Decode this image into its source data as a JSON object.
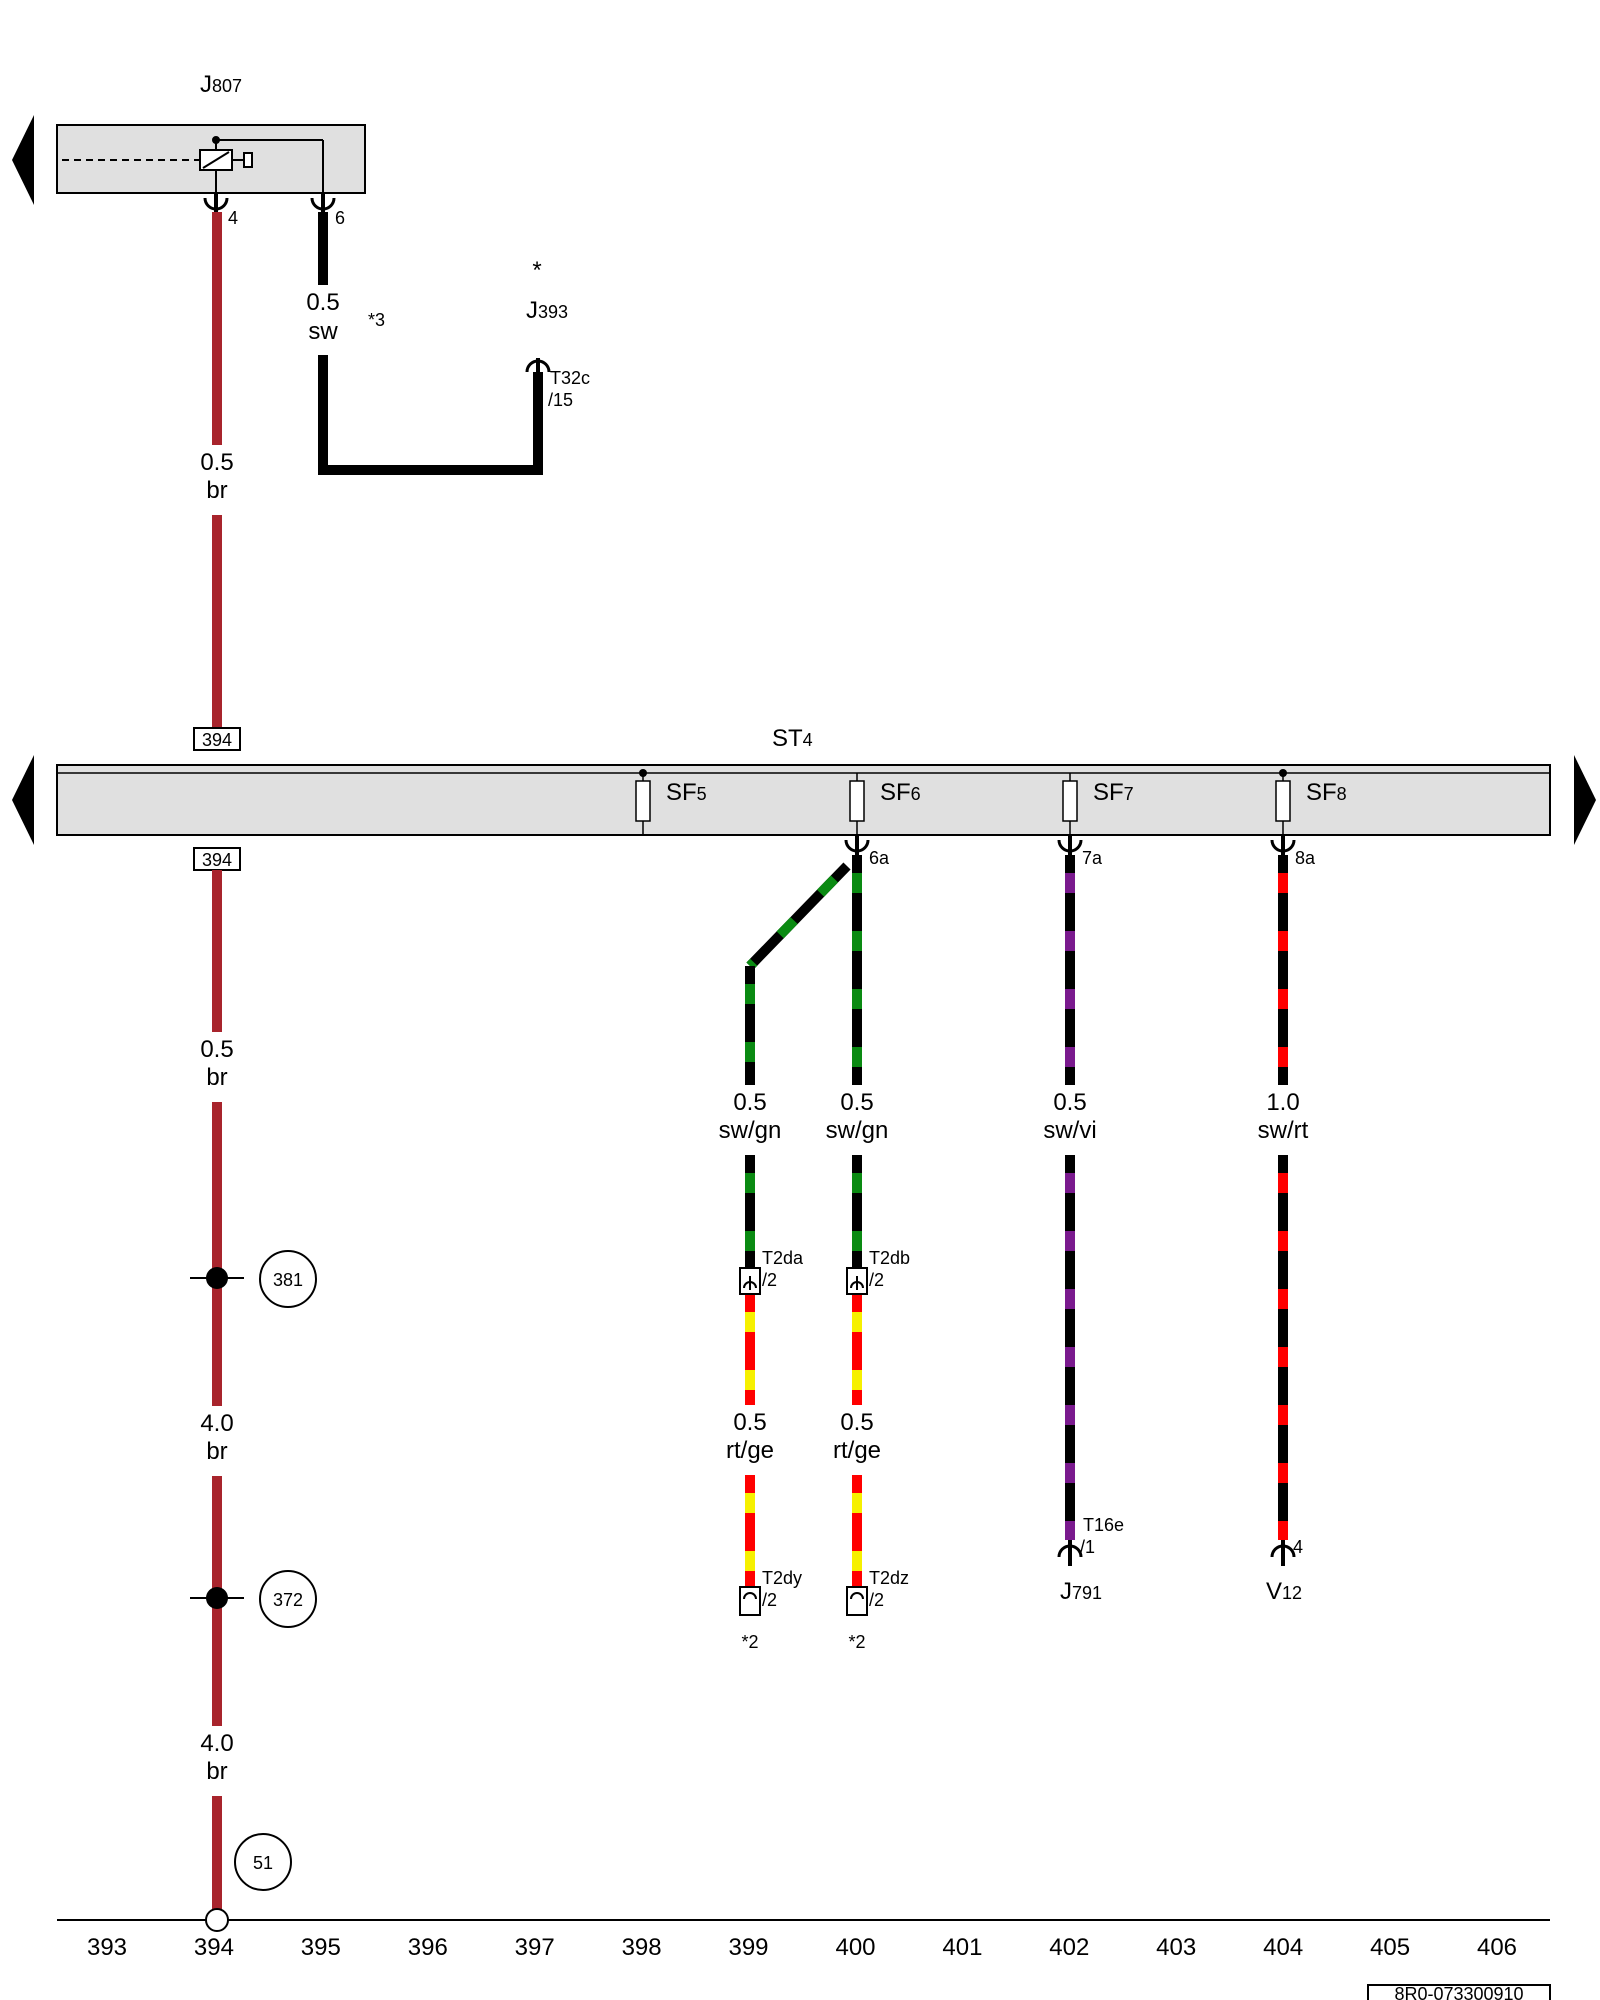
{
  "colors": {
    "br": "#a8242c",
    "sw": "#000000",
    "gn": "#0a8a12",
    "vi": "#7a1a8e",
    "rt": "#ff0000",
    "ge": "#f6f000",
    "box_fill": "#e0e0e0"
  },
  "components": {
    "j807": {
      "main": "J",
      "sub": "807"
    },
    "j393": {
      "star": "*",
      "main": "J",
      "sub": "393"
    },
    "st4": {
      "main": "ST",
      "sub": "4"
    },
    "j791": {
      "main": "J",
      "sub": "791"
    },
    "v12": {
      "main": "V",
      "sub": "12"
    }
  },
  "fuses": [
    {
      "main": "SF",
      "sub": "5"
    },
    {
      "main": "SF",
      "sub": "6"
    },
    {
      "main": "SF",
      "sub": "7"
    },
    {
      "main": "SF",
      "sub": "8"
    }
  ],
  "pins": {
    "j807_4": "4",
    "j807_6": "6",
    "t32c": "T32c",
    "t32c_pin": "/15",
    "sf6_out": "6a",
    "sf7_out": "7a",
    "sf8_out": "8a",
    "t2da": "T2da",
    "t2da_pin": "/2",
    "t2db": "T2db",
    "t2db_pin": "/2",
    "t2dy": "T2dy",
    "t2dy_pin": "/2",
    "t2dz": "T2dz",
    "t2dz_pin": "/2",
    "t16e": "T16e",
    "t16e_pin": "/1",
    "v12_pin": "4"
  },
  "wires": {
    "w_sw_gauge": "0.5",
    "w_sw_color": "sw",
    "w_sw_note": "*3",
    "w_br1_gauge": "0.5",
    "w_br1_color": "br",
    "w_br2_gauge": "0.5",
    "w_br2_color": "br",
    "w_br3_gauge": "4.0",
    "w_br3_color": "br",
    "w_br4_gauge": "4.0",
    "w_br4_color": "br",
    "w_swgn1_gauge": "0.5",
    "w_swgn1_color": "sw/gn",
    "w_swgn2_gauge": "0.5",
    "w_swgn2_color": "sw/gn",
    "w_swvi_gauge": "0.5",
    "w_swvi_color": "sw/vi",
    "w_swrt_gauge": "1.0",
    "w_swrt_color": "sw/rt",
    "w_rtge1_gauge": "0.5",
    "w_rtge1_color": "rt/ge",
    "w_rtge2_gauge": "0.5",
    "w_rtge2_color": "rt/ge"
  },
  "refs": {
    "top_ref": "394",
    "bottom_ref": "394"
  },
  "notes": {
    "note_t2dy": "*2",
    "note_t2dz": "*2"
  },
  "circles": [
    "381",
    "372",
    "51"
  ],
  "grid_numbers": [
    "393",
    "394",
    "395",
    "396",
    "397",
    "398",
    "399",
    "400",
    "401",
    "402",
    "403",
    "404",
    "405",
    "406"
  ],
  "doc_number": "8R0-073300910"
}
